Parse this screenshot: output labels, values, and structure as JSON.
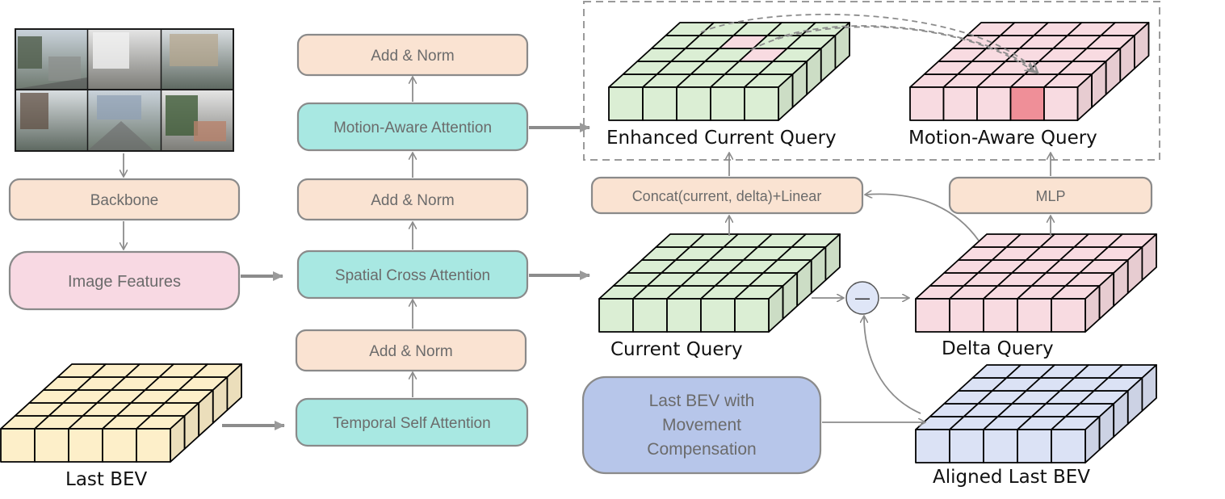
{
  "colors": {
    "peach": "#fae3d2",
    "pink": "#f8d9e3",
    "teal": "#a8e8e2",
    "blue_box": "#b7c6ea",
    "green_cell": "#dbeed4",
    "red_cell": "#f8dbe1",
    "red_highlight": "#ef8f98",
    "yellow_cell": "#fdefc9",
    "blue_cell": "#dbe2f5",
    "minus_fill": "#dfe6f7",
    "arrow": "#8c8c8c",
    "dashed": "#9a9a9a"
  },
  "left": {
    "image_panel": "camera-images",
    "backbone": "Backbone",
    "image_features": "Image Features",
    "last_bev": "Last BEV"
  },
  "middle": {
    "add_norm_top": "Add & Norm",
    "motion_aware_attention": "Motion-Aware Attention",
    "add_norm_mid": "Add & Norm",
    "spatial_cross_attention": "Spatial Cross Attention",
    "add_norm_bottom": "Add & Norm",
    "temporal_self_attention": "Temporal Self Attention"
  },
  "right": {
    "enhanced_current_query": "Enhanced Current Query",
    "motion_aware_query": "Motion-Aware Query",
    "concat": "Concat(current, delta)+Linear",
    "mlp": "MLP",
    "current_query": "Current Query",
    "delta_query": "Delta Query",
    "minus_symbol": "—",
    "last_bev_comp_line1": "Last BEV with",
    "last_bev_comp_line2": "Movement",
    "last_bev_comp_line3": "Compensation",
    "aligned_last_bev": "Aligned Last BEV"
  }
}
